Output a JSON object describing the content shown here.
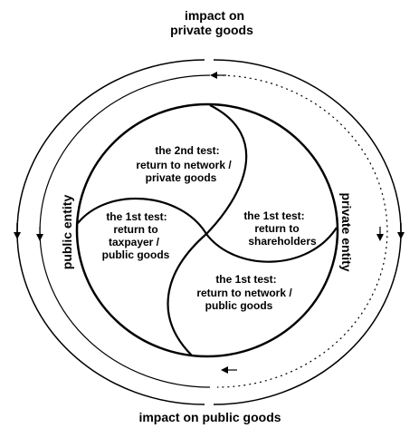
{
  "diagram": {
    "top_label": [
      "impact on",
      "private goods"
    ],
    "bottom_label": "impact on public goods",
    "left_label": "public entity",
    "right_label": "private entity",
    "sectors": {
      "top": [
        "the 2nd test:",
        "return to network /",
        "private goods"
      ],
      "left": [
        "the 1st test:",
        "return to",
        "taxpayer /",
        "public goods"
      ],
      "right": [
        "the 1st test:",
        "return to",
        "shareholders"
      ],
      "bottom": [
        "the 1st test:",
        "return to network /",
        "public goods"
      ]
    },
    "colors": {
      "stroke": "#000000",
      "background": "#ffffff"
    }
  }
}
